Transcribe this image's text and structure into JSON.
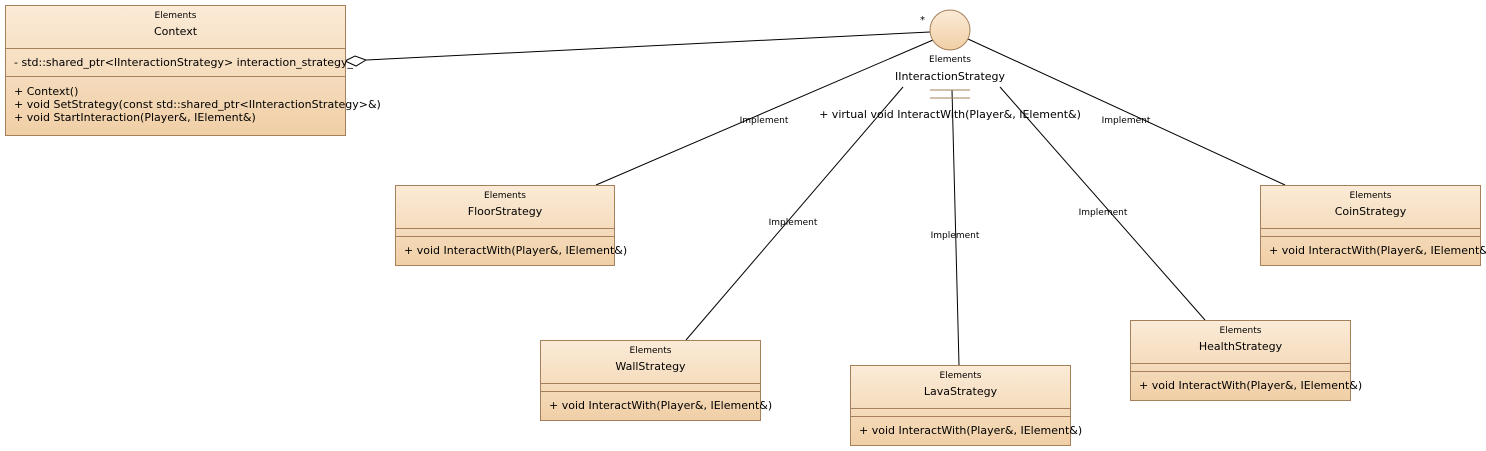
{
  "context": {
    "stereotype": "Elements",
    "name": "Context",
    "attribute": "- std::shared_ptr<IInteractionStrategy> interaction_strategy_",
    "operations": [
      "+ Context()",
      "+ void SetStrategy(const std::shared_ptr<IInteractionStrategy>&)",
      "+ void StartInteraction(Player&, IElement&)"
    ]
  },
  "interface": {
    "stereotype": "Elements",
    "name": "IInteractionStrategy",
    "operation": "+ virtual void InteractWith(Player&, IElement&)",
    "multiplicity": "*"
  },
  "strategies": [
    {
      "key": "floor",
      "stereotype": "Elements",
      "name": "FloorStrategy",
      "operation": "+ void InteractWith(Player&, IElement&)"
    },
    {
      "key": "wall",
      "stereotype": "Elements",
      "name": "WallStrategy",
      "operation": "+ void InteractWith(Player&, IElement&)"
    },
    {
      "key": "lava",
      "stereotype": "Elements",
      "name": "LavaStrategy",
      "operation": "+ void InteractWith(Player&, IElement&)"
    },
    {
      "key": "health",
      "stereotype": "Elements",
      "name": "HealthStrategy",
      "operation": "+ void InteractWith(Player&, IElement&)"
    },
    {
      "key": "coin",
      "stereotype": "Elements",
      "name": "CoinStrategy",
      "operation": "+ void InteractWith(Player&, IElement&)"
    }
  ],
  "relations": {
    "implement_label": "Implement"
  },
  "colors": {
    "box_fill_top": "#fbebd7",
    "box_fill_bottom": "#f0cfa6",
    "box_border": "#a5805a",
    "line": "#000000"
  }
}
